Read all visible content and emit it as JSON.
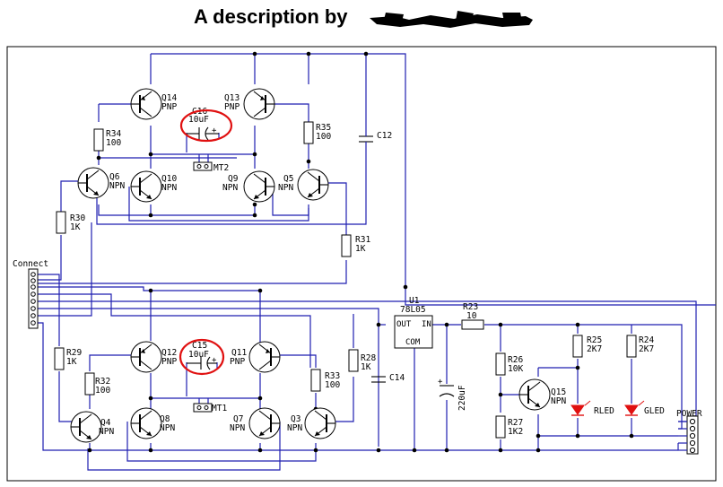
{
  "title": "A description by",
  "connectors": {
    "connect_label": "Connect",
    "power_label": "POWER",
    "mt2_label": "MT2",
    "mt1_label": "MT1"
  },
  "transistors": {
    "q14": {
      "name": "Q14",
      "type": "PNP"
    },
    "q13": {
      "name": "Q13",
      "type": "PNP"
    },
    "q6": {
      "name": "Q6",
      "type": "NPN"
    },
    "q10": {
      "name": "Q10",
      "type": "NPN"
    },
    "q9": {
      "name": "Q9",
      "type": "NPN"
    },
    "q5": {
      "name": "Q5",
      "type": "NPN"
    },
    "q12": {
      "name": "Q12",
      "type": "PNP"
    },
    "q11": {
      "name": "Q11",
      "type": "PNP"
    },
    "q4": {
      "name": "Q4",
      "type": "NPN"
    },
    "q8": {
      "name": "Q8",
      "type": "NPN"
    },
    "q7": {
      "name": "Q7",
      "type": "NPN"
    },
    "q3": {
      "name": "Q3",
      "type": "NPN"
    },
    "q15": {
      "name": "Q15",
      "type": "NPN"
    }
  },
  "resistors": {
    "r34": {
      "name": "R34",
      "value": "100"
    },
    "r35": {
      "name": "R35",
      "value": "100"
    },
    "r30": {
      "name": "R30",
      "value": "1K"
    },
    "r31": {
      "name": "R31",
      "value": "1K"
    },
    "r29": {
      "name": "R29",
      "value": "1K"
    },
    "r32": {
      "name": "R32",
      "value": "100"
    },
    "r33": {
      "name": "R33",
      "value": "100"
    },
    "r28": {
      "name": "R28",
      "value": "1K"
    },
    "r23": {
      "name": "R23",
      "value": "10"
    },
    "r26": {
      "name": "R26",
      "value": "10K"
    },
    "r27": {
      "name": "R27",
      "value": "1K2"
    },
    "r25": {
      "name": "R25",
      "value": "2K7"
    },
    "r24": {
      "name": "R24",
      "value": "2K7"
    }
  },
  "capacitors": {
    "c16": {
      "name": "C16",
      "value": "10uF"
    },
    "c15": {
      "name": "C15",
      "value": "10uF"
    },
    "c12": {
      "name": "C12"
    },
    "c14": {
      "name": "C14"
    },
    "c220": {
      "value": "220uF"
    }
  },
  "regulator": {
    "name": "U1",
    "part": "78L05",
    "out": "OUT",
    "in": "IN",
    "com": "COM"
  },
  "leds": {
    "red": "RLED",
    "green": "GLED"
  },
  "colors": {
    "wire": "#1f1fb0",
    "highlight": "#e01010",
    "led": "#e01010",
    "redaction": "#000000"
  }
}
